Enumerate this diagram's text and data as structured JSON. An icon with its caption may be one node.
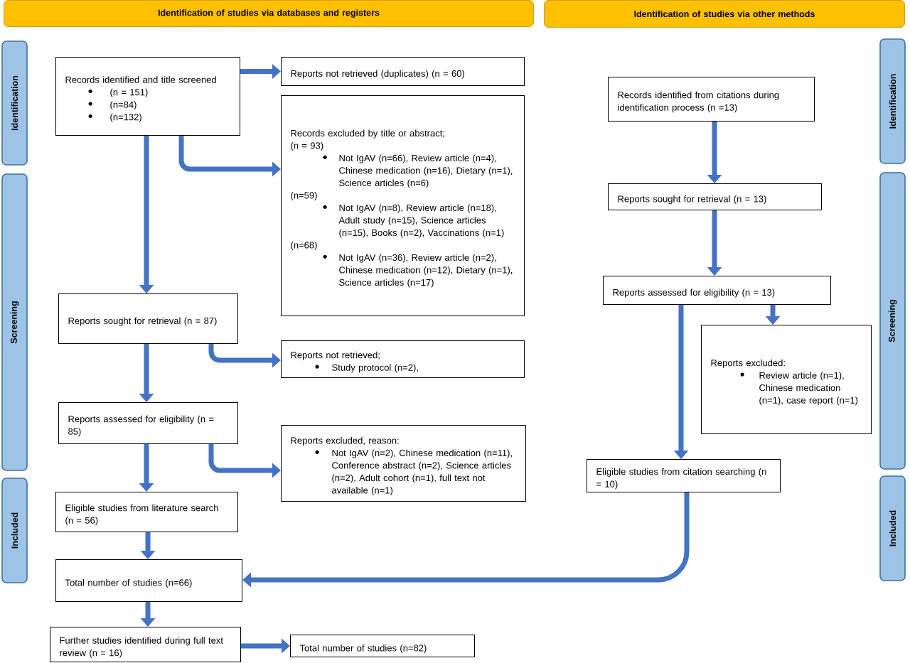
{
  "diagram": {
    "nodes": [
      {
        "text": [
          "Identification of studies via databases and registers"
        ]
      },
      {
        "text": [
          "Identification of studies via other methods"
        ]
      },
      {
        "text": [
          "Identification"
        ]
      },
      {
        "text": [
          "Screening"
        ]
      },
      {
        "text": [
          "Included"
        ]
      },
      {
        "text": [
          "Identification"
        ]
      },
      {
        "text": [
          "Screening"
        ]
      },
      {
        "text": [
          "Included"
        ]
      },
      {
        "text": [
          "Records identified and title screened",
          "(n = 151)",
          "(n=84)",
          "(n=132)"
        ]
      },
      {
        "text": [
          "Reports not retrieved (duplicates) (n = 60)"
        ]
      },
      {
        "text": [
          "Records excluded by title or abstract;",
          "(n = 93)",
          "Not IgAV (n=66), Review article (n=4), Chinese medication (n=16), Dietary (n=1), Science articles (n=6)",
          "(n=59)",
          "Not IgAV (n=8), Review article (n=18), Adult study (n=15), Science articles (n=15), Books (n=2), Vaccinations (n=1)",
          "(n=68)",
          "Not IgAV (n=36), Review article (n=2), Chinese medication (n=12), Dietary (n=1), Science articles (n=17)"
        ]
      },
      {
        "text": [
          "Reports sought for retrieval (n = 87)"
        ]
      },
      {
        "text": [
          "Reports not retrieved;",
          "Study protocol (n=2),"
        ]
      },
      {
        "text": [
          "Reports assessed for eligibility (n = 85)"
        ]
      },
      {
        "text": [
          "Reports excluded, reason:",
          "Not IgAV (n=2), Chinese medication (n=11), Conference abstract (n=2), Science articles (n=2), Adult cohort (n=1), full text not available (n=1)"
        ]
      },
      {
        "text": [
          "Eligible studies from literature search (n = 56)"
        ]
      },
      {
        "text": [
          "Total number of studies (n=66)"
        ]
      },
      {
        "text": [
          "Further studies identified during full text review (n = 16)"
        ]
      },
      {
        "text": [
          "Total number of studies (n=82)"
        ]
      },
      {
        "text": [
          "Records identified from citations during identification process (n =13)"
        ]
      },
      {
        "text": [
          "Reports sought for retrieval (n = 13)"
        ]
      },
      {
        "text": [
          "Reports assessed for eligibility (n = 13)"
        ]
      },
      {
        "text": [
          "Reports excluded:",
          "Review article (n=1), Chinese medication (n=1), case report (n=1)"
        ]
      },
      {
        "text": [
          "Eligible studies from citation searching (n = 10)"
        ]
      }
    ],
    "edges": [
      {
        "from": 8,
        "to": 9,
        "arrow": "to"
      },
      {
        "from": 8,
        "to": 10,
        "arrow": "to"
      },
      {
        "from": 8,
        "to": 11,
        "arrow": "to"
      },
      {
        "from": 11,
        "to": 12,
        "arrow": "to"
      },
      {
        "from": 11,
        "to": 13,
        "arrow": "to"
      },
      {
        "from": 13,
        "to": 14,
        "arrow": "to"
      },
      {
        "from": 13,
        "to": 15,
        "arrow": "to"
      },
      {
        "from": 15,
        "to": 16,
        "arrow": "to"
      },
      {
        "from": 16,
        "to": 17,
        "arrow": "to"
      },
      {
        "from": 17,
        "to": 18,
        "arrow": "to"
      },
      {
        "from": 19,
        "to": 20,
        "arrow": "to"
      },
      {
        "from": 20,
        "to": 21,
        "arrow": "to"
      },
      {
        "from": 21,
        "to": 22,
        "arrow": "to"
      },
      {
        "from": 21,
        "to": 23,
        "arrow": "to"
      },
      {
        "from": 23,
        "to": 16,
        "arrow": "to"
      }
    ]
  }
}
